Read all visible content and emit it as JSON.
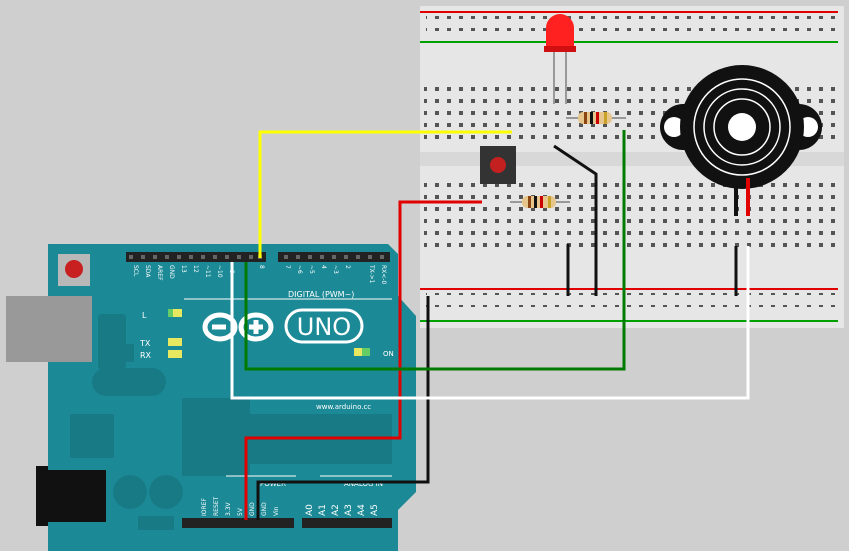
{
  "arduino": {
    "logo_text": "UNO",
    "website": "www.arduino.cc",
    "digital_label": "DIGITAL (PWM~)",
    "power_label": "POWER",
    "analog_label": "ANALOG IN",
    "on_label": "ON",
    "led_l_label": "L",
    "led_tx_label": "TX",
    "led_rx_label": "RX",
    "digital_pins": [
      "SCL",
      "SDA",
      "AREF",
      "GND",
      "13",
      "12",
      "~11",
      "~10",
      "~9",
      "8",
      "7",
      "~6",
      "~5",
      "4",
      "~3",
      "2",
      "TX->1",
      "RX<-0"
    ],
    "power_pins": [
      "IOREF",
      "RESET",
      "3.3V",
      "5V",
      "GND",
      "GND",
      "Vin"
    ],
    "analog_pins": [
      "A0",
      "A1",
      "A2",
      "A3",
      "A4",
      "A5"
    ]
  },
  "colors": {
    "board": "#1b8a96",
    "breadboard": "#e6e6e6",
    "wire_yellow": "#ffff00",
    "wire_red": "#e00000",
    "wire_black": "#111111",
    "wire_green": "#007a00",
    "wire_white": "#ffffff",
    "led": "#ff2020"
  }
}
